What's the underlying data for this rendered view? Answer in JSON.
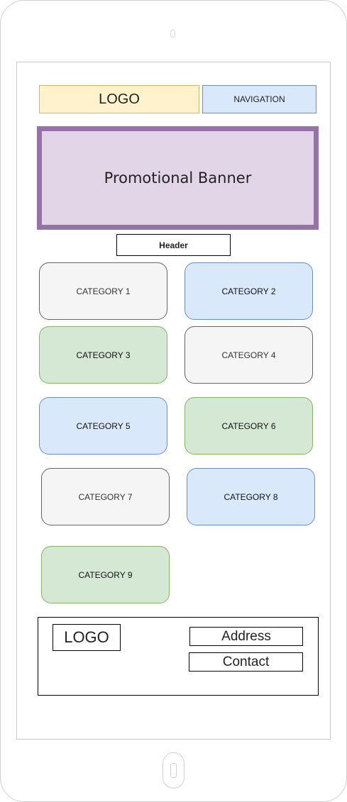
{
  "header_bar": {
    "logo": "LOGO",
    "navigation": "NAVIGATION"
  },
  "banner": {
    "text": "Promotional Banner"
  },
  "section_header": "Header",
  "categories": [
    "CATEGORY 1",
    "CATEGORY 2",
    "CATEGORY 3",
    "CATEGORY 4",
    "CATEGORY 5",
    "CATEGORY 6",
    "CATEGORY 7",
    "CATEGORY 8",
    "CATEGORY 9"
  ],
  "footer": {
    "logo": "LOGO",
    "address": "Address",
    "contact": "Contact"
  },
  "colors": {
    "logo_fill": "#fff2cc",
    "logo_stroke": "#d6b656",
    "blue_fill": "#dae8fc",
    "blue_stroke": "#6c8ebf",
    "purple_fill": "#e1d5e7",
    "purple_stroke": "#9673a6",
    "green_fill": "#d5e8d4",
    "green_stroke": "#82b366",
    "grey_fill": "#f5f5f5",
    "grey_stroke": "#666666"
  }
}
